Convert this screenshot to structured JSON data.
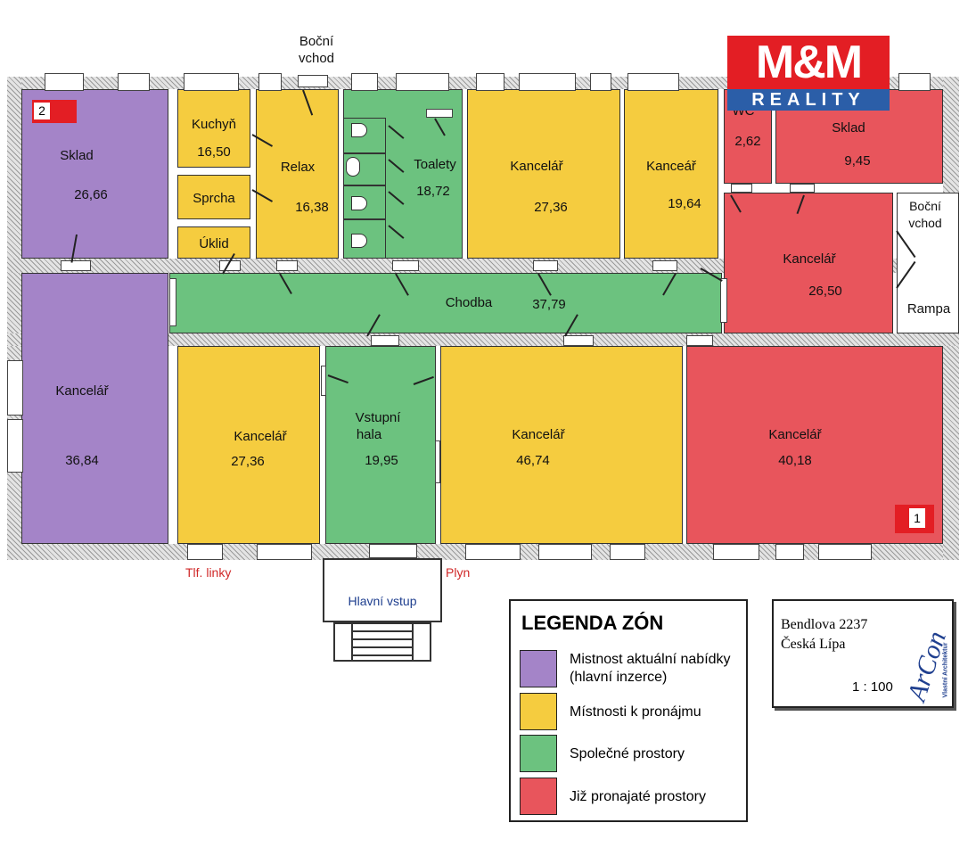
{
  "logo": {
    "brand": "M&M",
    "sub": "REALITY"
  },
  "labels": {
    "bocni_vchod_top": [
      "Boční",
      "vchod"
    ],
    "bocni_vchod_right": [
      "Boční",
      "vchod"
    ],
    "rampa": "Rampa",
    "tlf": "Tlf. linky",
    "plyn": "Plyn",
    "hlavni_vstup": "Hlavní vstup"
  },
  "badges": {
    "one": "1",
    "two": "2"
  },
  "rooms": {
    "sklad_left": {
      "name": "Sklad",
      "area": "26,66"
    },
    "kuchyn": {
      "name": "Kuchyň",
      "area": "16,50"
    },
    "sprcha": {
      "name": "Sprcha"
    },
    "uklid": {
      "name": "Úklid"
    },
    "relax": {
      "name": "Relax",
      "area": "16,38"
    },
    "toalety": {
      "name": "Toalety",
      "area": "18,72"
    },
    "kancelar_top1": {
      "name": "Kancelář",
      "area": "27,36"
    },
    "kancelar_top2": {
      "name": "Kanceář",
      "area": "19,64"
    },
    "wc": {
      "name": "WC",
      "area": "2,62"
    },
    "sklad_right": {
      "name": "Sklad",
      "area": "9,45"
    },
    "kancelar_right": {
      "name": "Kancelář",
      "area": "26,50"
    },
    "chodba": {
      "name": "Chodba",
      "area": "37,79"
    },
    "kancelar_left": {
      "name": "Kancelář",
      "area": "36,84"
    },
    "kancelar_bot1": {
      "name": "Kancelář",
      "area": "27,36"
    },
    "vstupni_hala": {
      "name1": "Vstupní",
      "name2": "hala",
      "area": "19,95"
    },
    "kancelar_bot2": {
      "name": "Kancelář",
      "area": "46,74"
    },
    "kancelar_bot3": {
      "name": "Kancelář",
      "area": "40,18"
    }
  },
  "legend": {
    "title": "LEGENDA ZÓN",
    "items": [
      {
        "line1": "Mistnost aktuální nabídky",
        "line2": "(hlavní inzerce)",
        "color": "#a484c8"
      },
      {
        "line1": "Místnosti k pronájmu",
        "line2": "",
        "color": "#f5cc3f"
      },
      {
        "line1": "Společné prostory",
        "line2": "",
        "color": "#6cc27f"
      },
      {
        "line1": "Již pronajaté prostory",
        "line2": "",
        "color": "#e8555c"
      }
    ]
  },
  "stamp": {
    "address1": "Bendlova 2237",
    "address2": "Česká Lípa",
    "scale": "1 : 100",
    "brand": "ArCon",
    "brand_sub": "Vlastní Architektur"
  },
  "colors": {
    "purple": "#a484c8",
    "yellow": "#f5cc3f",
    "green": "#6cc27f",
    "red": "#e8555c"
  }
}
